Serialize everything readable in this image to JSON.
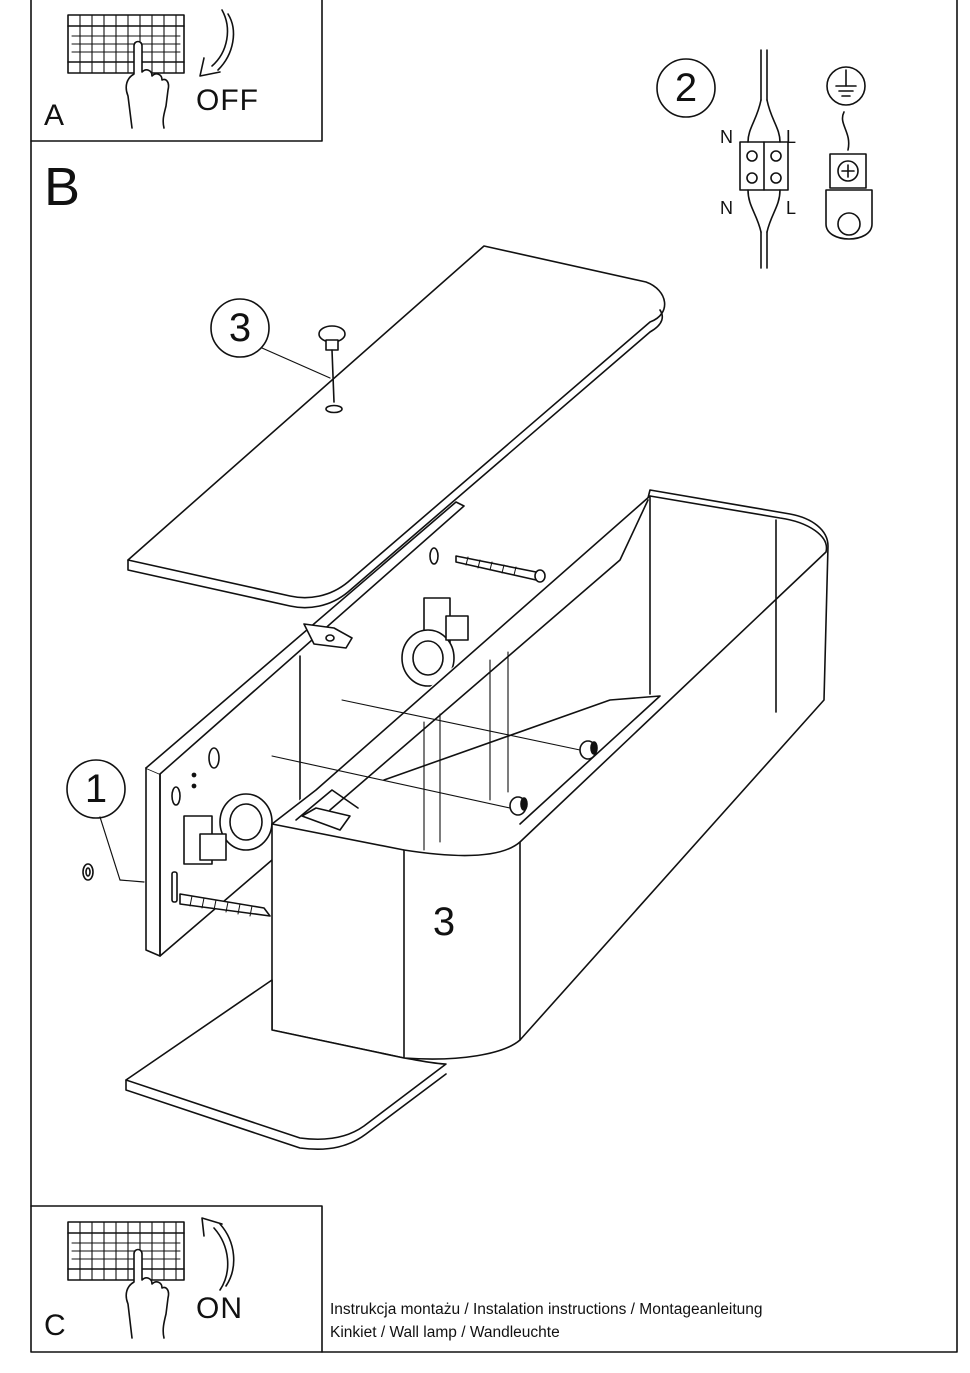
{
  "panel_a": {
    "letter": "A",
    "state": "OFF"
  },
  "panel_b": {
    "letter": "B"
  },
  "panel_c": {
    "letter": "C",
    "state": "ON"
  },
  "callouts": {
    "one": "1",
    "two": "2",
    "three_top": "3",
    "three_bottom": "3"
  },
  "wiring": {
    "n_top": "N",
    "l_top": "L",
    "n_bottom": "N",
    "l_bottom": "L"
  },
  "caption": {
    "line1": "Instrukcja montażu / Instalation instructions / Montageanleitung",
    "line2": "Kinkiet  / Wall lamp / Wandleuchte"
  },
  "colors": {
    "ink": "#111111",
    "paper": "#ffffff",
    "shade": "#dddddd"
  }
}
